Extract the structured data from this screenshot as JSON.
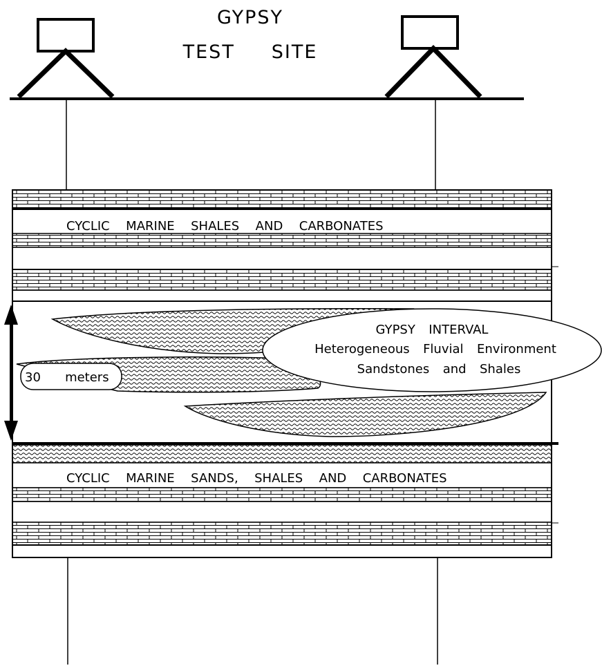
{
  "title": {
    "line1": "GYPSY",
    "line2": "TEST     SITE"
  },
  "layers": {
    "upper_label": "CYCLIC  MARINE  SHALES  AND  CARBONATES",
    "lower_label": "CYCLIC  MARINE  SANDS,  SHALES  AND  CARBONATES"
  },
  "interval": {
    "line1": "GYPSY  INTERVAL",
    "line2": "Heterogeneous  Fluvial  Environment",
    "line3": "Sandstones  and  Shales"
  },
  "scale": {
    "label": "30   meters"
  }
}
